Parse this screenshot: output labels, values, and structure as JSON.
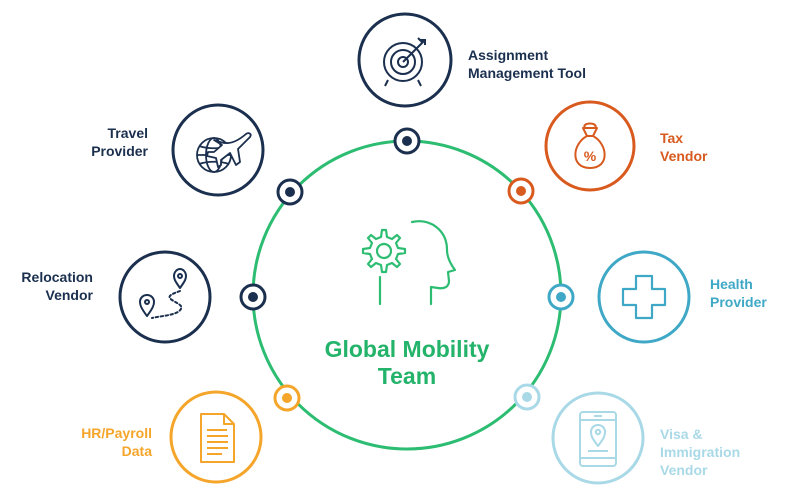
{
  "center": {
    "title_line1": "Global Mobility",
    "title_line2": "Team",
    "icon": "gear-head-icon"
  },
  "nodes": [
    {
      "id": "assignment",
      "line1": "Assignment",
      "line2": "Management Tool",
      "icon": "target-icon",
      "color": "#1b2f4e"
    },
    {
      "id": "tax",
      "line1": "Tax",
      "line2": "Vendor",
      "icon": "money-bag-percent-icon",
      "color": "#d85a1e"
    },
    {
      "id": "health",
      "line1": "Health",
      "line2": "Provider",
      "icon": "medical-cross-icon",
      "color": "#3fa8c6"
    },
    {
      "id": "visa",
      "line1": "Visa &",
      "line2": "Immigration",
      "line3": "Vendor",
      "icon": "mobile-location-icon",
      "color": "#a9d9e7"
    },
    {
      "id": "hr",
      "line1": "HR/Payroll",
      "line2": "Data",
      "icon": "document-icon",
      "color": "#f4a52a"
    },
    {
      "id": "relocation",
      "line1": "Relocation",
      "line2": "Vendor",
      "icon": "map-route-icon",
      "color": "#1b2f4e"
    },
    {
      "id": "travel",
      "line1": "Travel",
      "line2": "Provider",
      "icon": "globe-airplane-icon",
      "color": "#1b2f4e"
    }
  ],
  "colors": {
    "ring": "#2dbd72",
    "navy": "#1b2f4e",
    "title": "#24b36a"
  }
}
